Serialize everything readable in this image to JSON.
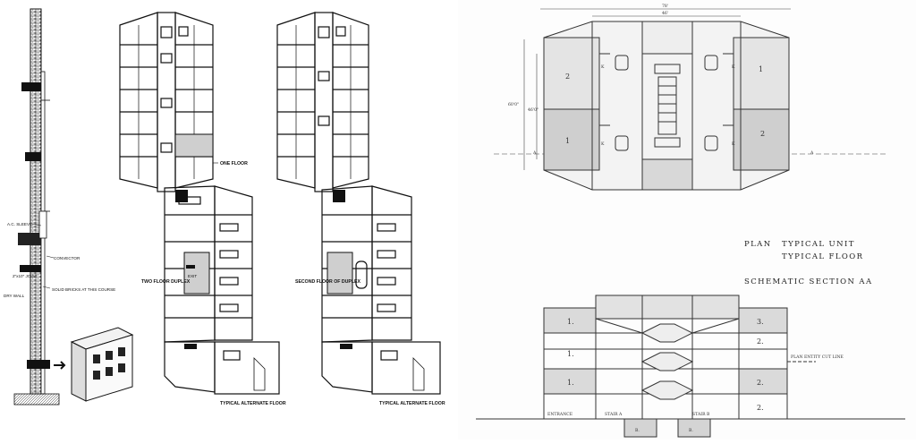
{
  "wall_section": {
    "labels": [
      "A.C. SLEEVE",
      "CONVECTOR",
      "2\"x10\" JOIST",
      "SOLID BRICKS AT THIS COURSE",
      "DRY WALL"
    ]
  },
  "left_plans": {
    "one_floor": "ONE FLOOR",
    "two_floor_duplex": "TWO FLOOR DUPLEX",
    "second_floor_duplex": "SECOND FLOOR OF DUPLEX",
    "exit_label": "EXIT",
    "captions": [
      "TYPICAL ALTERNATE FLOOR",
      "TYPICAL ALTERNATE FLOOR"
    ]
  },
  "right_plan": {
    "dim_top": "78'",
    "dim_inner": "46'",
    "dim_left_outer": "60'0\"",
    "dim_left_inner": "46'0\"",
    "section_marker": "A",
    "room_numbers": [
      "2",
      "1",
      "1",
      "2"
    ],
    "kitchen_mark": "K",
    "plan_captions": [
      "PLAN",
      "TYPICAL UNIT",
      "TYPICAL FLOOR"
    ]
  },
  "section": {
    "title": "SCHEMATIC SECTION AA",
    "left_units": [
      "1.",
      "1.",
      "1."
    ],
    "right_units": [
      "3.",
      "2.",
      "2.",
      "2."
    ],
    "labels": [
      "ENTRANCE",
      "STAIR A",
      "STAIR B"
    ],
    "basement": [
      "B.",
      "B."
    ],
    "line_note": "PLAN ENTITY CUT LINE"
  }
}
